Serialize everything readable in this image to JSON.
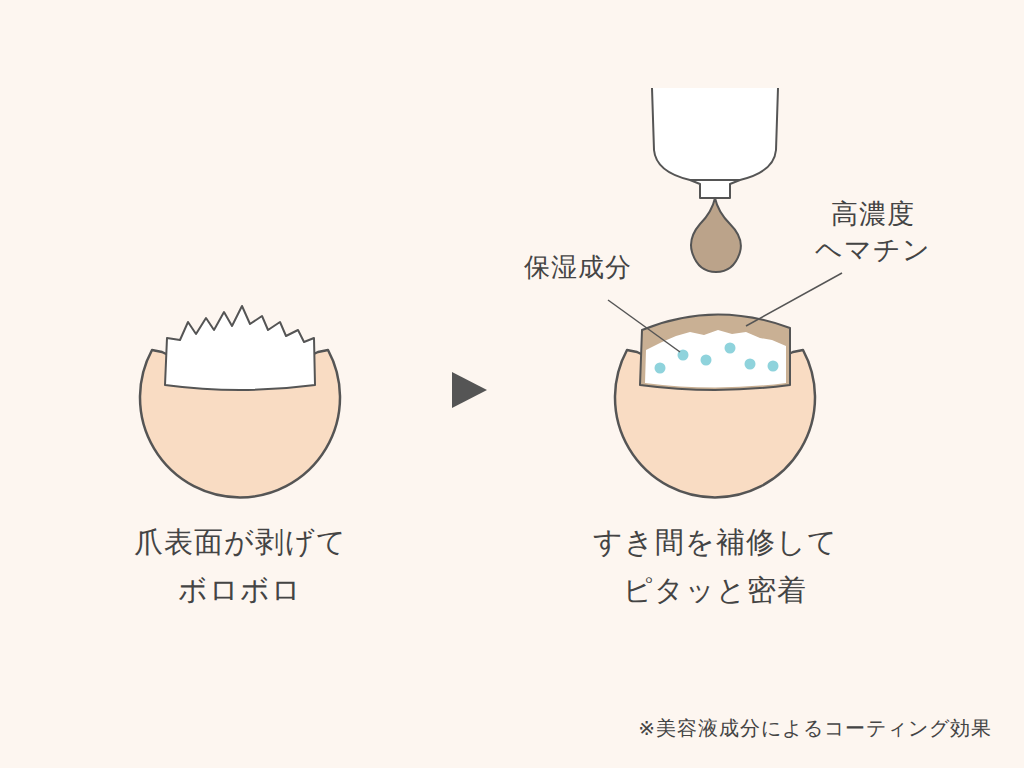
{
  "diagram": {
    "labels": [
      "高濃度 ヘマチン",
      "保湿成分",
      "爪表面が剥げて ボロボロ",
      "すき間を補修して ピタッと密着",
      "※美容液成分によるコーティング効果"
    ]
  }
}
